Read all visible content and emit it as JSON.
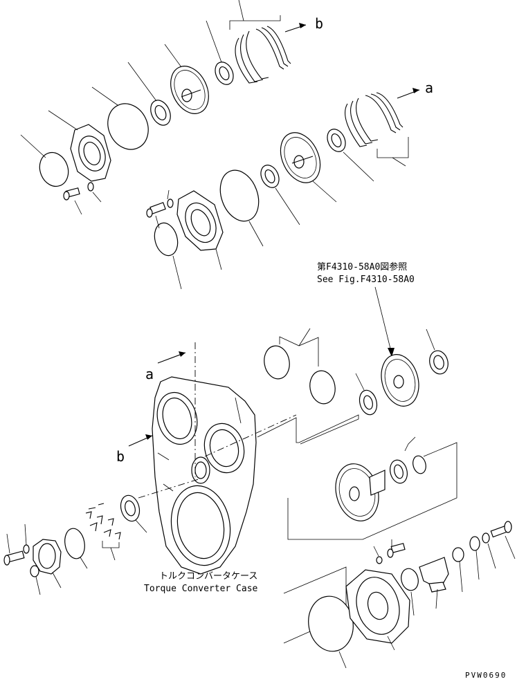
{
  "drawing": {
    "marker_a_top": "a",
    "marker_b_top": "b",
    "marker_a_case": "a",
    "marker_b_case": "b",
    "ref_note_jp": "第F4310-58A0図参照",
    "ref_note_en": "See Fig.F4310-58A0",
    "case_label_jp": "トルクコンバータケース",
    "case_label_en": "Torque Converter Case",
    "drawing_code": "PVW0690",
    "line_color": "#000000",
    "background": "#ffffff"
  }
}
